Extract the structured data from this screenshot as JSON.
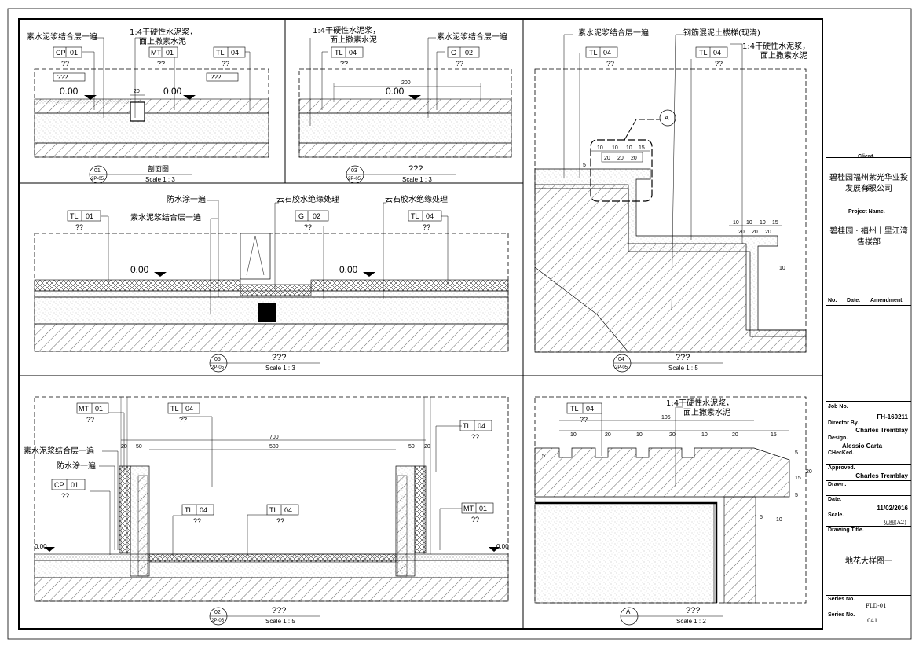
{
  "panels": {
    "p01": {
      "labels": [
        "素水泥浆结合层一遍",
        "1:4干硬性水泥浆，",
        "面上撒素水泥"
      ],
      "tags": [
        {
          "code": "CP",
          "num": "01",
          "q": "??"
        },
        {
          "code": "MT",
          "num": "01",
          "q": "??"
        },
        {
          "code": "TL",
          "num": "04",
          "q": "??"
        }
      ],
      "boxes": [
        "???",
        "???"
      ],
      "elev1": "0.00",
      "elev2": "0.00",
      "dim": "20",
      "id": "01",
      "ref": "2P-05",
      "title": "剖面图",
      "scale": "Scale 1 : 3"
    },
    "p03": {
      "labels": [
        "1:4干硬性水泥浆，",
        "面上撒素水泥",
        "素水泥浆结合层一遍"
      ],
      "tags": [
        {
          "code": "TL",
          "num": "04",
          "q": "??"
        },
        {
          "code": "G",
          "num": "02",
          "q": "??"
        }
      ],
      "elev": "0.00",
      "dim": "200",
      "id": "03",
      "ref": "2P-05",
      "title": "???",
      "scale": "Scale 1 : 3"
    },
    "p04": {
      "labels": [
        "素水泥浆结合层一遍",
        "钢筋混泥土楼梯(现浇)",
        "1:4干硬性水泥浆，",
        "面上撒素水泥"
      ],
      "tags": [
        {
          "code": "TL",
          "num": "04",
          "q": "??"
        },
        {
          "code": "TL",
          "num": "04",
          "q": "??"
        }
      ],
      "callout": "A",
      "dims_top": [
        "10",
        "10",
        "10",
        "15"
      ],
      "dims_bot": [
        "20",
        "20",
        "20"
      ],
      "dims_top2": [
        "10",
        "10",
        "10",
        "15"
      ],
      "dims_bot2": [
        "20",
        "20",
        "20"
      ],
      "dim_side": "5",
      "dim_side2": "10",
      "id": "04",
      "ref": "2P-05",
      "title": "???",
      "scale": "Scale 1 : 5"
    },
    "p05": {
      "labels": [
        "防水涂一遍",
        "素水泥浆结合层一遍",
        "云石胶水绝缘处理",
        "云石胶水绝缘处理"
      ],
      "tags": [
        {
          "code": "TL",
          "num": "01",
          "q": "??"
        },
        {
          "code": "G",
          "num": "02",
          "q": "??"
        },
        {
          "code": "TL",
          "num": "04",
          "q": "??"
        }
      ],
      "elev1": "0.00",
      "elev2": "0.00",
      "id": "05",
      "ref": "2P-05",
      "title": "???",
      "scale": "Scale 1 : 3"
    },
    "p02": {
      "labels": [
        "素水泥浆结合层一遍",
        "防水涂一遍"
      ],
      "tags": [
        {
          "code": "MT",
          "num": "01",
          "q": "??"
        },
        {
          "code": "TL",
          "num": "04",
          "q": "??"
        },
        {
          "code": "TL",
          "num": "04",
          "q": "??"
        },
        {
          "code": "CP",
          "num": "01",
          "q": "??"
        },
        {
          "code": "TL",
          "num": "04",
          "q": "??"
        },
        {
          "code": "TL",
          "num": "04",
          "q": "??"
        },
        {
          "code": "MT",
          "num": "01",
          "q": "??"
        }
      ],
      "dims": [
        "700",
        "580",
        "20",
        "50",
        "50",
        "20"
      ],
      "elev1": "0.00",
      "elev2": "0.00",
      "id": "02",
      "ref": "2P-05",
      "title": "???",
      "scale": "Scale 1 : 5"
    },
    "pA": {
      "labels": [
        "1:4干硬性水泥浆，",
        "面上撒素水泥"
      ],
      "tags": [
        {
          "code": "TL",
          "num": "04",
          "q": "??"
        }
      ],
      "dims_top": [
        "10",
        "20",
        "10",
        "20",
        "10",
        "20",
        "15"
      ],
      "dim_total": "105",
      "dims_right": [
        "5",
        "15",
        "5",
        "20"
      ],
      "dims_left": "5",
      "dim_small": [
        "5",
        "10"
      ],
      "id": "A",
      "title": "???",
      "scale": "Scale 1 : 2"
    }
  },
  "titleblock": {
    "client_label": "Client.",
    "client_name": [
      "碧桂园福州紫光华业投资",
      "发展有限公司"
    ],
    "project_label": "Project Name.",
    "project_name": [
      "碧桂园 · 福州十里江湾",
      "售楼部"
    ],
    "amend_cols": [
      "No.",
      "Date.",
      "Amendment."
    ],
    "job_label": "Job No.",
    "job_value": "FH-160211",
    "director_label": "Director By.",
    "director_value": "Charles Tremblay",
    "design_label": "Design.",
    "design_value": "Alessio Carta",
    "checked_label": "CHecKed.",
    "approved_label": "Approved.",
    "approved_value": "Charles Tremblay",
    "drawn_label": "Drawn.",
    "date_label": "Date.",
    "date_value": "11/02/2016",
    "scale_label": "Scale.",
    "scale_value": "见图(A2)",
    "drawing_title_label": "Drawing Title.",
    "drawing_title": "地花大样图一",
    "series_label": "Series No.",
    "series_value": "FLD-01",
    "series_label2": "Series No.",
    "series_value2": "041"
  }
}
